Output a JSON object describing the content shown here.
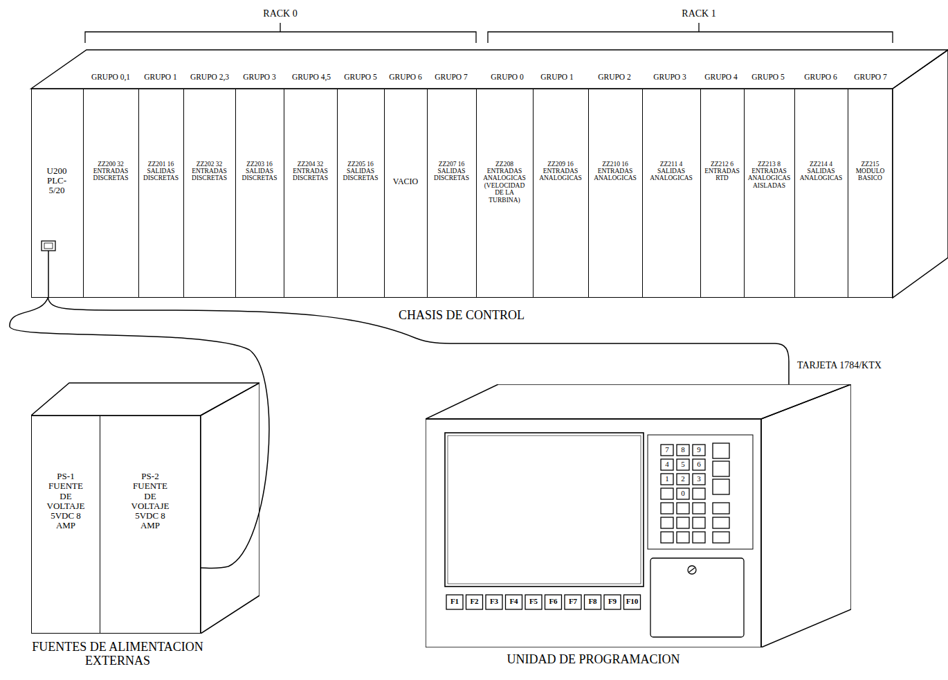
{
  "diagram": {
    "nodes": [
      {
        "text": [
          "CHASIS DE CONTROL"
        ]
      },
      {
        "text": [
          "U200 PLC-5/20"
        ],
        "in": 0
      },
      {
        "text": [
          "ZZ200 32 ENTRADAS DISCRETAS"
        ],
        "in": 0
      },
      {
        "text": [
          "ZZ201 16 SALIDAS DISCRETAS"
        ],
        "in": 0
      },
      {
        "text": [
          "ZZ202 32 ENTRADAS DISCRETAS"
        ],
        "in": 0
      },
      {
        "text": [
          "ZZ203 16 SALIDAS DISCRETAS"
        ],
        "in": 0
      },
      {
        "text": [
          "ZZ204 32 ENTRADAS DISCRETAS"
        ],
        "in": 0
      },
      {
        "text": [
          "ZZ205 16 SALIDAS DISCRETAS"
        ],
        "in": 0
      },
      {
        "text": [
          "VACIO"
        ],
        "in": 0
      },
      {
        "text": [
          "ZZ207 16 SALIDAS DISCRETAS"
        ],
        "in": 0
      },
      {
        "text": [
          "ZZ208 ENTRADAS ANALOGICAS (VELOCIDAD DE LA TURBINA)"
        ],
        "in": 0
      },
      {
        "text": [
          "ZZ209 16 ENTRADAS ANALOGICAS"
        ],
        "in": 0
      },
      {
        "text": [
          "ZZ210 16 ENTRADAS ANALOGICAS"
        ],
        "in": 0
      },
      {
        "text": [
          "ZZ211 4 SALIDAS ANALOGICAS"
        ],
        "in": 0
      },
      {
        "text": [
          "ZZ212 6 ENTRADAS RTD"
        ],
        "in": 0
      },
      {
        "text": [
          "ZZ213 8 ENTRADAS ANALOGICAS AISLADAS"
        ],
        "in": 0
      },
      {
        "text": [
          "ZZ214 4 SALIDAS ANALOGICAS"
        ],
        "in": 0
      },
      {
        "text": [
          "ZZ215 MODULO BASICO"
        ],
        "in": 0
      },
      {
        "text": [
          "FUENTES DE ALIMENTACION EXTERNAS"
        ]
      },
      {
        "text": [
          "PS-1 FUENTE DE VOLTAJE 5VDC 8 AMP"
        ],
        "in": 18
      },
      {
        "text": [
          "PS-2 FUENTE DE VOLTAJE 5VDC 8 AMP"
        ],
        "in": 18
      },
      {
        "text": [
          "UNIDAD DE PROGRAMACION"
        ]
      }
    ],
    "edges": [
      {
        "from": 1,
        "to": 20,
        "arrow": "none"
      },
      {
        "from": 1,
        "to": 21,
        "arrow": "none"
      }
    ],
    "labels": [
      "RACK 0",
      "RACK 1",
      "GRUPO 0,1",
      "GRUPO 1",
      "GRUPO 2,3",
      "GRUPO 3",
      "GRUPO 4,5",
      "GRUPO 5",
      "GRUPO 6",
      "GRUPO 7",
      "GRUPO 0",
      "GRUPO 1",
      "GRUPO 2",
      "GRUPO 3",
      "GRUPO 4",
      "GRUPO 5",
      "GRUPO 6",
      "GRUPO 7",
      "TARJETA 1784/KTX",
      "F1",
      "F2",
      "F3",
      "F4",
      "F5",
      "F6",
      "F7",
      "F8",
      "F9",
      "F10",
      "7",
      "8",
      "9",
      "4",
      "5",
      "6",
      "1",
      "2",
      "3",
      "0"
    ]
  }
}
